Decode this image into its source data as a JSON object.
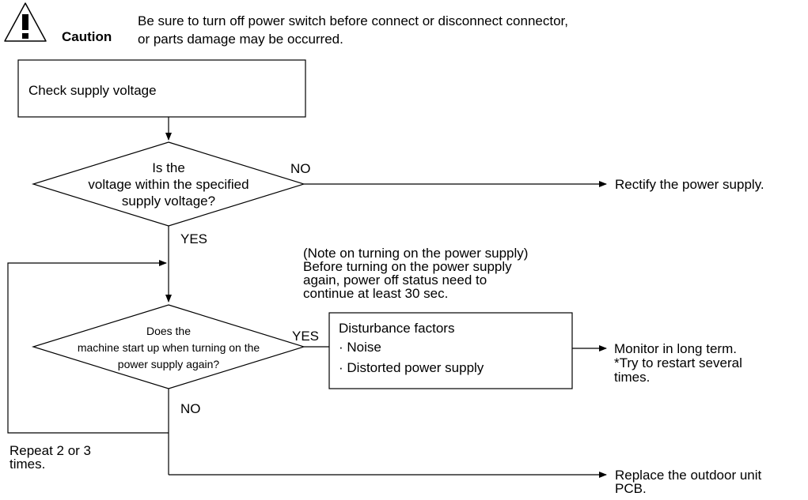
{
  "caution": {
    "label": "Caution",
    "line1": "Be sure to turn off power switch before connect or disconnect connector,",
    "line2": "or parts damage may be occurred."
  },
  "steps": {
    "check": "Check supply voltage",
    "q1": [
      "Is the",
      "voltage within the specified",
      "supply voltage?"
    ],
    "q1_no": "NO",
    "q1_yes": "YES",
    "rectify": "Rectify the power supply.",
    "note": [
      "(Note on turning on the power supply)",
      "Before turning on the power supply",
      "again, power off status need to",
      "continue at least 30 sec."
    ],
    "q2": [
      "Does the",
      "machine start up when turning on the",
      "power supply again?"
    ],
    "q2_yes": "YES",
    "q2_no": "NO",
    "disturbance": [
      "Disturbance factors",
      "· Noise",
      "· Distorted power supply"
    ],
    "monitor": [
      "Monitor in long term.",
      "*Try to restart several",
      "times."
    ],
    "repeat": [
      "Repeat 2 or 3",
      "times."
    ],
    "replace": [
      "Replace the outdoor unit",
      "PCB."
    ]
  }
}
